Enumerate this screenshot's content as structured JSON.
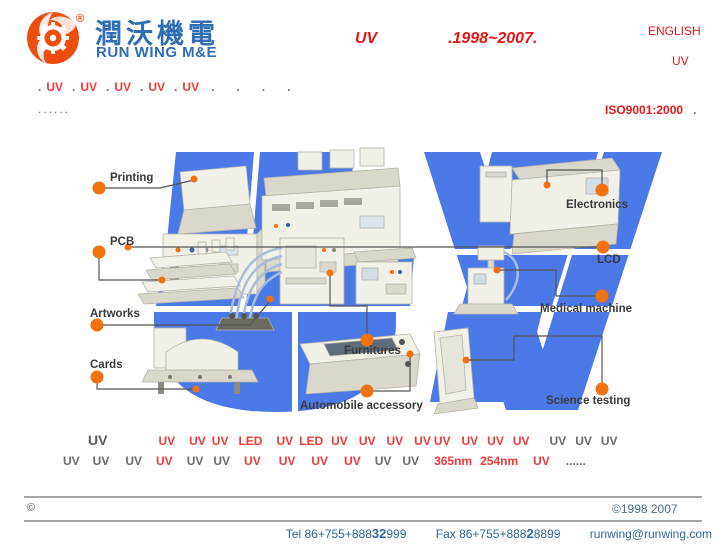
{
  "colors": {
    "brand_orange": "#ee4d0d",
    "brand_blue": "#2e6eb5",
    "red": "#e61717",
    "link_red": "#f03a3a",
    "letter_blue": "#4b79e8",
    "dot_orange": "#f2720f",
    "line_gray": "#555555",
    "footer_blue": "#336699",
    "copyright_blue": "#4a6d8c",
    "gray_text": "#6b6b6b"
  },
  "header": {
    "chinese_name": "潤沃機電",
    "latin_name": "RUN WING M&E",
    "registered_mark": "®",
    "title_uv": "UV",
    "title_years": ".1998~2007.",
    "english_link": "ENGLISH",
    "uv_link": "UV"
  },
  "nav": {
    "row1": [
      {
        "t": ".",
        "c": "g",
        "m": 0
      },
      {
        "t": "UV",
        "c": "r",
        "m": 5
      },
      {
        "t": ".",
        "c": "g",
        "m": 9
      },
      {
        "t": "UV",
        "c": "r",
        "m": 5
      },
      {
        "t": ".",
        "c": "g",
        "m": 9
      },
      {
        "t": "UV",
        "c": "r",
        "m": 5
      },
      {
        "t": ".",
        "c": "g",
        "m": 9
      },
      {
        "t": "UV",
        "c": "r",
        "m": 5
      },
      {
        "t": ".",
        "c": "g",
        "m": 9
      },
      {
        "t": "UV",
        "c": "r",
        "m": 5
      },
      {
        "t": ".",
        "c": "g",
        "m": 12
      },
      {
        "t": ".",
        "c": "g",
        "m": 22
      },
      {
        "t": ".",
        "c": "g",
        "m": 22
      },
      {
        "t": ".",
        "c": "g",
        "m": 22
      }
    ],
    "dots_row": "......",
    "iso": "ISO9001:2000",
    "iso_dot": "."
  },
  "diagram": {
    "labels": [
      {
        "text": "Printing"
      },
      {
        "text": "PCB"
      },
      {
        "text": "Artworks"
      },
      {
        "text": "Cards"
      },
      {
        "text": "Electronics"
      },
      {
        "text": "LCD"
      },
      {
        "text": "Medical machine"
      },
      {
        "text": "Science testing"
      },
      {
        "text": "Furnitures"
      },
      {
        "text": "Automobile accessory"
      }
    ]
  },
  "links": {
    "row1": [
      {
        "t": "UV",
        "c": "lead",
        "m": 0
      },
      {
        "t": "UV",
        "c": "r",
        "m": 51
      },
      {
        "t": "UV",
        "c": "r",
        "m": 14
      },
      {
        "t": "UV",
        "c": "r",
        "m": 6
      },
      {
        "t": "LED",
        "c": "r",
        "m": 10
      },
      {
        "t": "UV",
        "c": "r",
        "m": 14
      },
      {
        "t": "LED",
        "c": "r",
        "m": 6
      },
      {
        "t": "UV",
        "c": "r",
        "m": 8
      },
      {
        "t": "UV",
        "c": "r",
        "m": 11
      },
      {
        "t": "UV",
        "c": "r",
        "m": 11
      },
      {
        "t": "UV",
        "c": "r",
        "m": 11
      },
      {
        "t": "UV",
        "c": "r",
        "m": 3
      },
      {
        "t": "UV",
        "c": "r",
        "m": 11
      },
      {
        "t": "UV",
        "c": "r",
        "m": 9
      },
      {
        "t": "UV",
        "c": "r",
        "m": 9
      },
      {
        "t": "UV",
        "c": "g",
        "m": 20
      },
      {
        "t": "UV",
        "c": "g",
        "m": 9
      },
      {
        "t": "UV",
        "c": "g",
        "m": 9
      }
    ],
    "row2": [
      {
        "t": "UV",
        "c": "g",
        "m": 0
      },
      {
        "t": "UV",
        "c": "g",
        "m": 13
      },
      {
        "t": "UV",
        "c": "g",
        "m": 16
      },
      {
        "t": "UV",
        "c": "r",
        "m": 14
      },
      {
        "t": "UV",
        "c": "g",
        "m": 14
      },
      {
        "t": "UV",
        "c": "g",
        "m": 10
      },
      {
        "t": "UV",
        "c": "r",
        "m": 14
      },
      {
        "t": "UV",
        "c": "r",
        "m": 18
      },
      {
        "t": "UV",
        "c": "r",
        "m": 16
      },
      {
        "t": "UV",
        "c": "r",
        "m": 16
      },
      {
        "t": "UV",
        "c": "g",
        "m": 14
      },
      {
        "t": "UV",
        "c": "g",
        "m": 11
      },
      {
        "t": "365nm",
        "c": "r",
        "m": 15
      },
      {
        "t": "254nm",
        "c": "r",
        "m": 8
      },
      {
        "t": "UV",
        "c": "r",
        "m": 15
      },
      {
        "t": "......",
        "c": "g",
        "m": 16
      }
    ]
  },
  "footer": {
    "copyright_mark": "©",
    "copyright": "©1998 2007",
    "tel_prefix": "Tel 86+755+888",
    "tel_bold": "32",
    "tel_suffix": "999",
    "fax_prefix": "Fax 86+755+888",
    "fax_bold": "2",
    "fax_suffix": "8899",
    "email": "runwing@runwing.com"
  }
}
